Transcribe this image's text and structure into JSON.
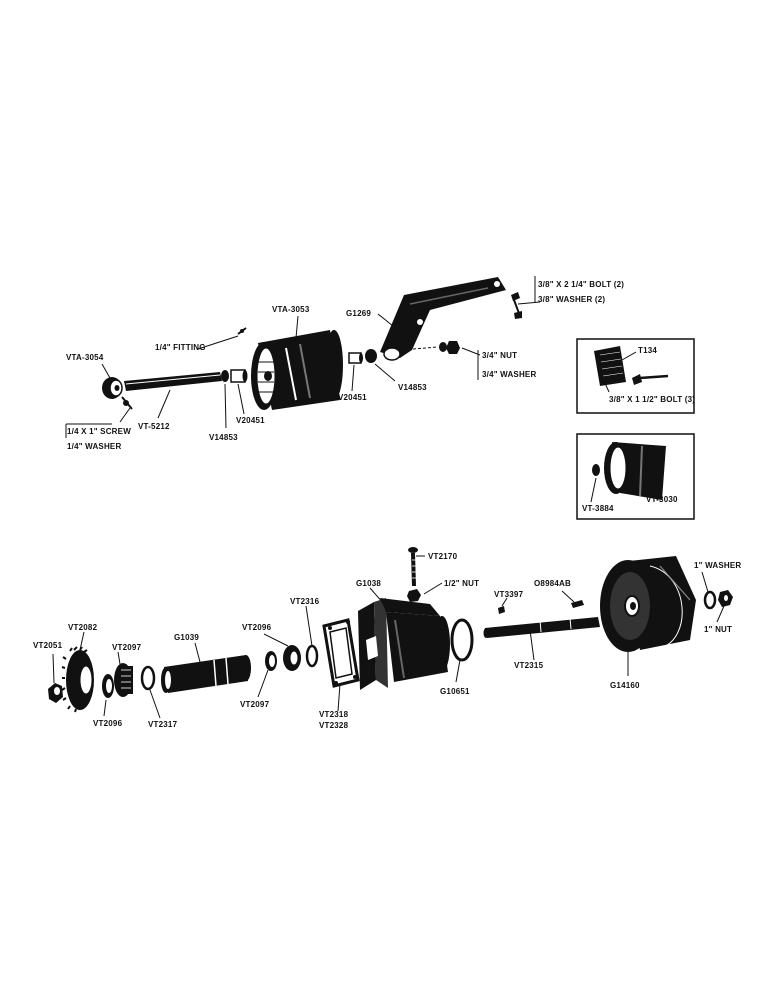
{
  "diagram": {
    "upper_assembly": {
      "labels": {
        "vta3054": "VTA-3054",
        "screw": "1/4 X 1\" SCREW",
        "screw_washer": "1/4\" WASHER",
        "vt5212": "VT-5212",
        "v14853_left": "V14853",
        "v20451_left": "V20451",
        "fitting": "1/4\" FITTING",
        "vta3053": "VTA-3053",
        "v20451_right": "V20451",
        "v14853_right": "V14853",
        "g1269": "G1269",
        "bolt2": "3/8\" X 2 1/4\" BOLT (2)",
        "washer2": "3/8\" WASHER (2)",
        "nut": "3/4\" NUT",
        "nut_washer": "3/4\" WASHER"
      }
    },
    "inset_t134": {
      "t134": "T134",
      "bolt3": "3/8\" X 1 1/2\" BOLT (3)"
    },
    "inset_vt3030": {
      "vt3030": "VT-3030",
      "vt3884": "VT-3884"
    },
    "lower_assembly": {
      "labels": {
        "vt2051": "VT2051",
        "vt2082": "VT2082",
        "vt2097_left": "VT2097",
        "vt2096_left": "VT2096",
        "vt2317": "VT2317",
        "g1039": "G1039",
        "vt2096_right": "VT2096",
        "vt2097_right": "VT2097",
        "vt2316": "VT2316",
        "vt2318": "VT2318",
        "vt2328": "VT2328",
        "g1038": "G1038",
        "vt2170": "VT2170",
        "nut_half": "1/2\" NUT",
        "g10651": "G10651",
        "vt3397": "VT3397",
        "o8984ab": "O8984AB",
        "vt2315": "VT2315",
        "g14160": "G14160",
        "washer_1in": "1\" WASHER",
        "nut_1in": "1\" NUT"
      }
    }
  }
}
